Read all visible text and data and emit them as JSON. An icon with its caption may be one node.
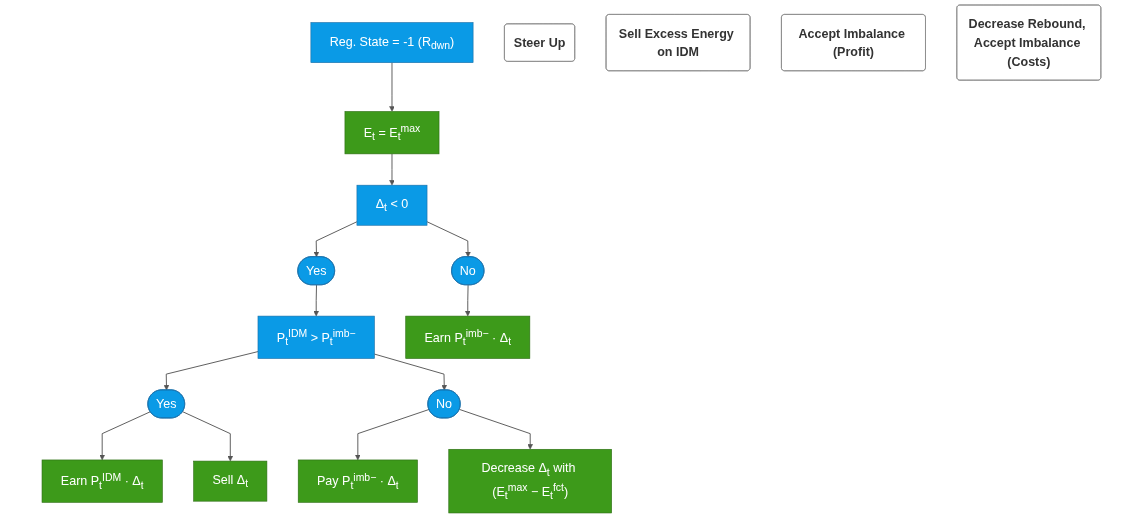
{
  "diagram": {
    "nodes": [
      {
        "text": [
          "Reg. State = -1 (R$_{dwn}$)"
        ]
      },
      {
        "text": [
          "E$_{t}$ = E$_{t}$$^{max}$"
        ]
      },
      {
        "text": [
          "Steer Up"
        ]
      },
      {
        "text": [
          "Δ$_{t}$ < 0"
        ]
      },
      {
        "text": [
          "Yes"
        ]
      },
      {
        "text": [
          "P$_{t}$$^{IDM}$ > P$_{t}$$^{imb−}$"
        ]
      },
      {
        "text": [
          "Yes"
        ]
      },
      {
        "text": [
          "Earn P$_{t}$$^{IDM}$ · Δ$_{t}$"
        ]
      },
      {
        "text": [
          "Sell Δ$_{t}$"
        ]
      },
      {
        "text": [
          "Sell Excess Energy on IDM"
        ]
      },
      {
        "text": [
          "No"
        ]
      },
      {
        "text": [
          "Earn P$_{t}$$^{imb−}$ · Δ$_{t}$"
        ]
      },
      {
        "text": [
          "No"
        ]
      },
      {
        "text": [
          "Pay P$_{t}$$^{imb−}$ · Δ$_{t}$"
        ]
      },
      {
        "text": [
          "Decrease Δ$_{t}$ with (E$_{t}$$^{max}$ − E$_{t}$$^{fct}$)"
        ]
      },
      {
        "text": [
          "Accept Imbalance (Profit)"
        ]
      },
      {
        "text": [
          "Decrease Rebound, Accept Imbalance (Costs)"
        ]
      }
    ],
    "edges": [
      {
        "from": 0,
        "to": 1,
        "arrow": "to"
      },
      {
        "from": 1,
        "to": 3,
        "arrow": "to"
      },
      {
        "from": 3,
        "to": 4,
        "arrow": "to"
      },
      {
        "from": 4,
        "to": 5,
        "arrow": "to"
      },
      {
        "from": 5,
        "to": 6,
        "arrow": "to"
      },
      {
        "from": 6,
        "to": 7,
        "arrow": "to"
      },
      {
        "from": 6,
        "to": 8,
        "arrow": "to"
      },
      {
        "from": 3,
        "to": 10,
        "arrow": "to"
      },
      {
        "from": 10,
        "to": 11,
        "arrow": "to"
      },
      {
        "from": 5,
        "to": 12,
        "arrow": "to"
      },
      {
        "from": 12,
        "to": 13,
        "arrow": "to"
      },
      {
        "from": 12,
        "to": 14,
        "arrow": "to"
      }
    ]
  }
}
